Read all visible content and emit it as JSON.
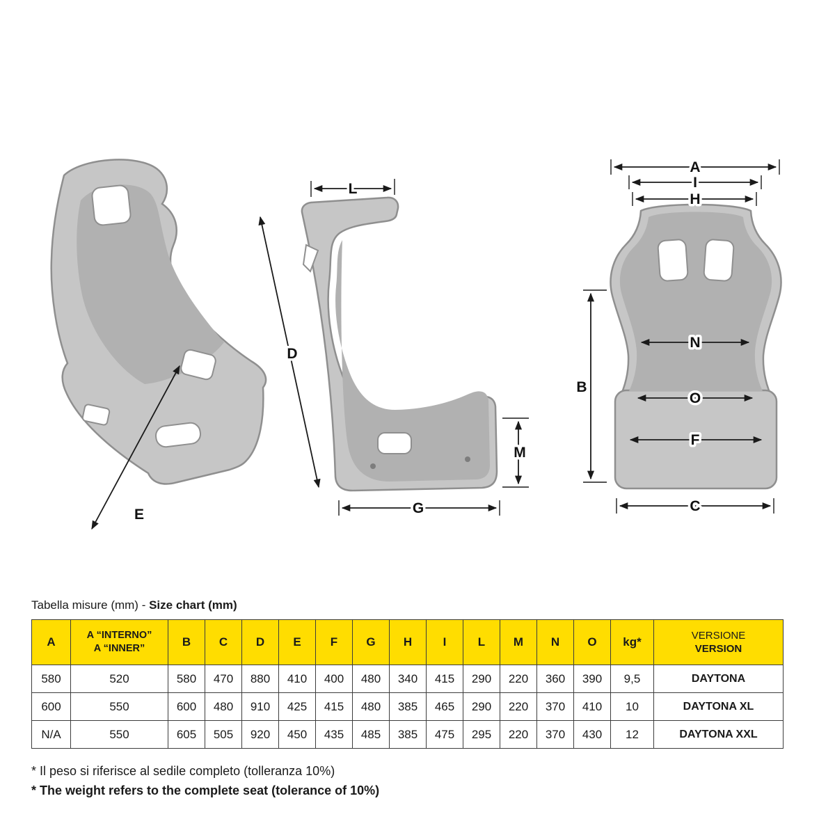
{
  "diagram": {
    "labels": {
      "A": "A",
      "B": "B",
      "C": "C",
      "D": "D",
      "E": "E",
      "F": "F",
      "G": "G",
      "H": "H",
      "I": "I",
      "L": "L",
      "M": "M",
      "N": "N",
      "O": "O"
    }
  },
  "table": {
    "title_prefix": "Tabella misure (mm) - ",
    "title_bold": "Size chart (mm)",
    "accent_yellow": "#ffdd00",
    "headers": [
      "A",
      "A “INTERNO”",
      "A “INNER”",
      "B",
      "C",
      "D",
      "E",
      "F",
      "G",
      "H",
      "I",
      "L",
      "M",
      "N",
      "O",
      "kg*",
      "VERSIONE",
      "VERSION"
    ],
    "rows": [
      {
        "cells": [
          "580",
          "520",
          "580",
          "470",
          "880",
          "410",
          "400",
          "480",
          "340",
          "415",
          "290",
          "220",
          "360",
          "390",
          "9,5",
          "DAYTONA"
        ]
      },
      {
        "cells": [
          "600",
          "550",
          "600",
          "480",
          "910",
          "425",
          "415",
          "480",
          "385",
          "465",
          "290",
          "220",
          "370",
          "410",
          "10",
          "DAYTONA XL"
        ]
      },
      {
        "cells": [
          "N/A",
          "550",
          "605",
          "505",
          "920",
          "450",
          "435",
          "485",
          "385",
          "475",
          "295",
          "220",
          "370",
          "430",
          "12",
          "DAYTONA XXL"
        ]
      }
    ]
  },
  "notes": {
    "italian": "* Il peso si riferisce al sedile completo (tolleranza 10%)",
    "english": "* The weight refers to the complete seat (tolerance of 10%)"
  }
}
